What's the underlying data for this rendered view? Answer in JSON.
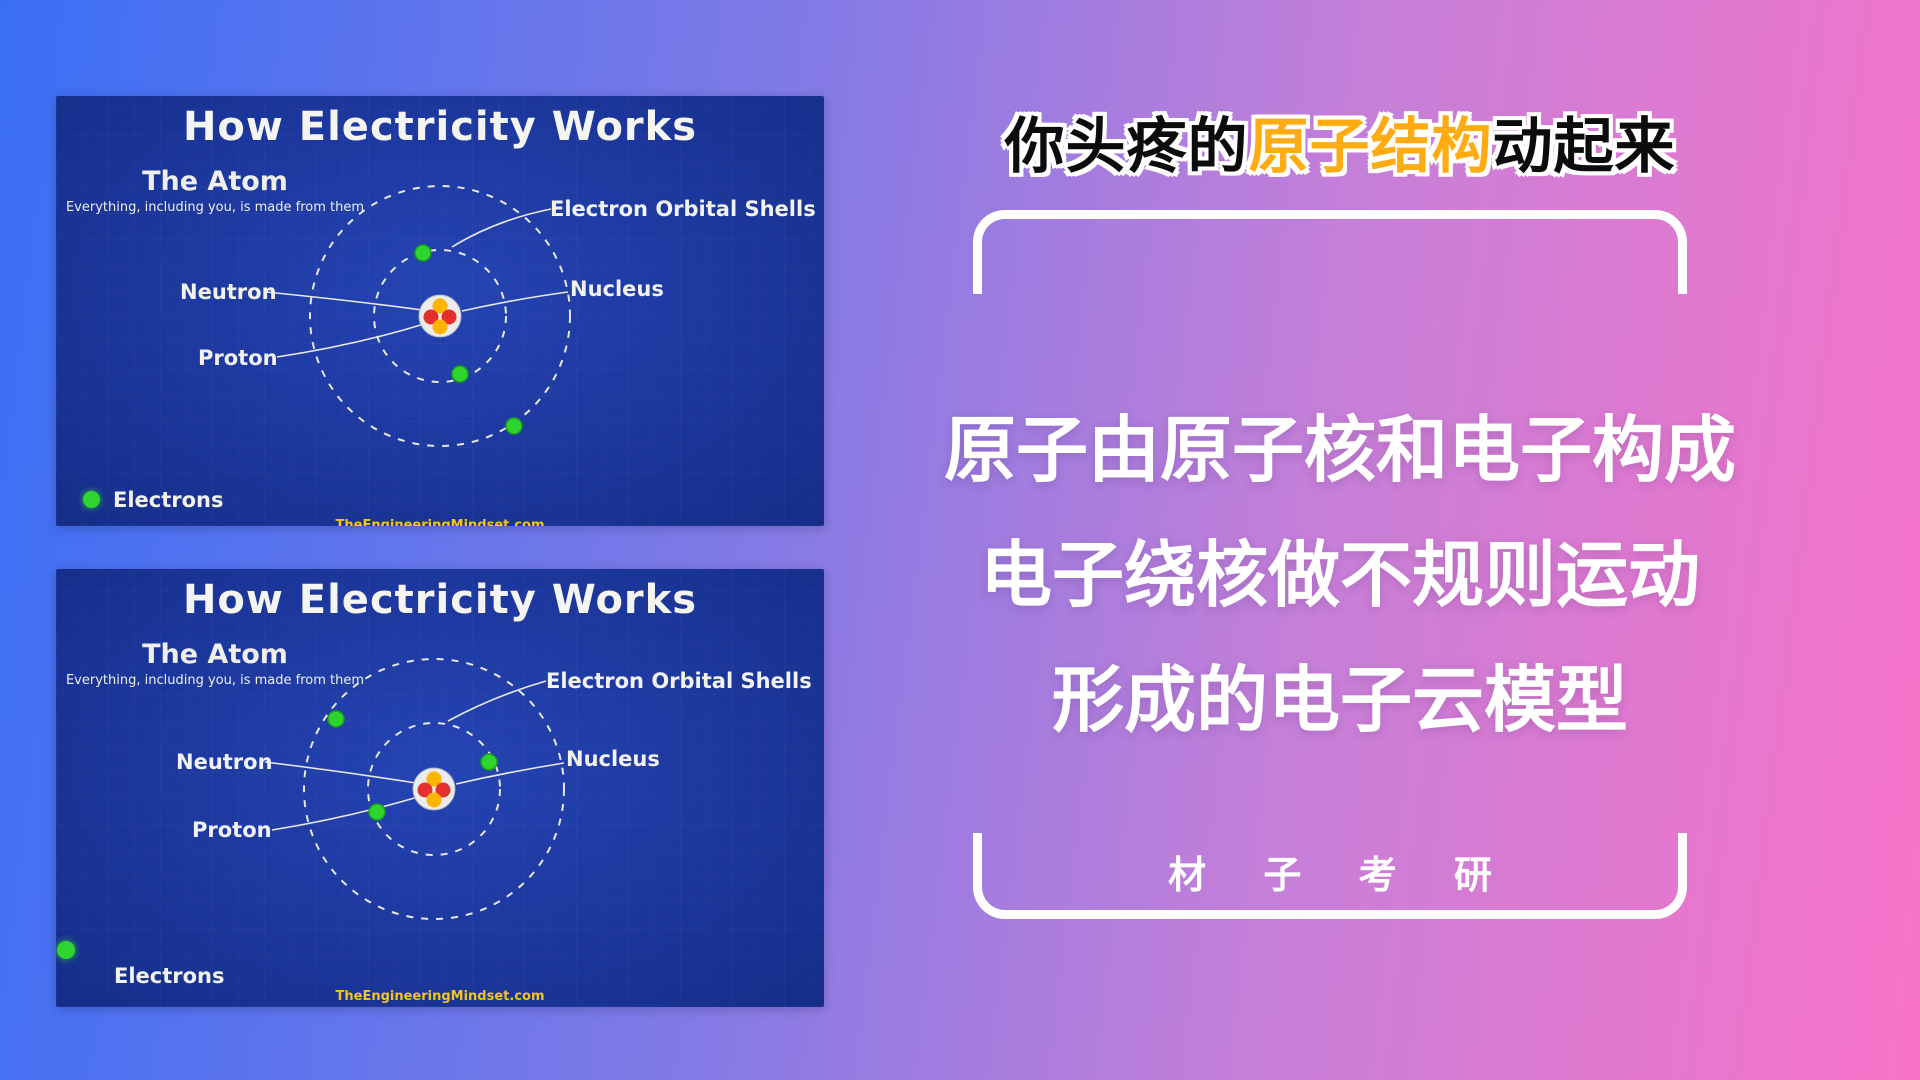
{
  "colors": {
    "background_gradient_start": "#3a6ff5",
    "background_gradient_end": "#f873c8",
    "panel_blue": "#1c3aa4",
    "electron_green": "#2fd52f",
    "nucleus_red": "#e53030",
    "nucleus_yellow": "#ffb400",
    "headline_highlight": "#ffac12",
    "watermark_yellow": "#f4c41e"
  },
  "panels": [
    {
      "title": "How Electricity Works",
      "subtitle": "The Atom",
      "note": "Everything, including you, is made from them",
      "labels": {
        "shells": "Electron Orbital Shells",
        "neutron": "Neutron",
        "nucleus": "Nucleus",
        "proton": "Proton",
        "electrons": "Electrons"
      },
      "watermark": "TheEngineeringMindset.com"
    },
    {
      "title": "How Electricity Works",
      "subtitle": "The Atom",
      "note": "Everything, including you, is made from them",
      "labels": {
        "shells": "Electron Orbital Shells",
        "neutron": "Neutron",
        "nucleus": "Nucleus",
        "proton": "Proton",
        "electrons": "Electrons"
      },
      "watermark": "TheEngineeringMindset.com"
    }
  ],
  "right": {
    "headline": {
      "prefix": "你头疼的",
      "highlight": "原子结构",
      "suffix": "动起来"
    },
    "body_lines": [
      "原子由原子核和电子构成",
      "电子绕核做不规则运动",
      "形成的电子云模型"
    ],
    "footer": "材 子 考 研"
  }
}
